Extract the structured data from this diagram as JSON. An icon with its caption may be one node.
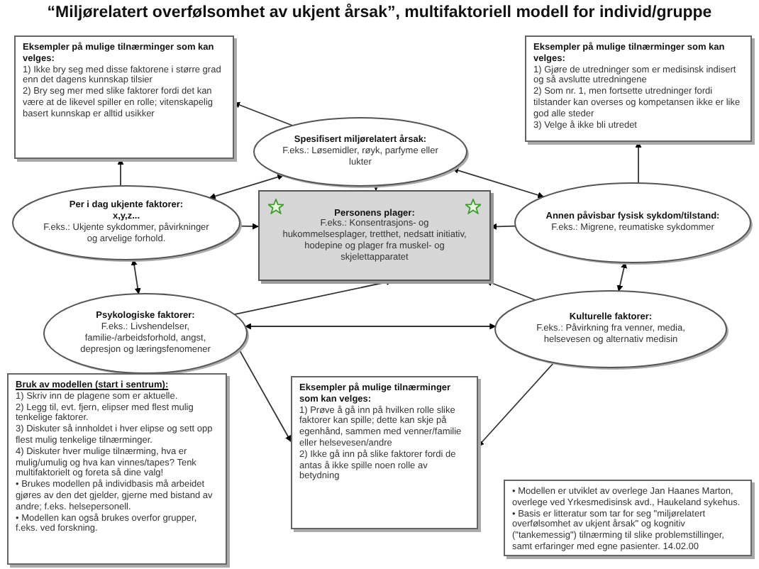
{
  "diagram": {
    "title": "“Miljørelatert overfølsomhet av ukjent årsak”, multifaktoriell modell for individ/gruppe",
    "nodes": [
      {
        "text": [
          "Eksempler på mulige tilnærminger som kan velges:",
          "1) Ikke bry seg med disse faktorene i større grad enn det dagens kunnskap tilsier",
          "2) Bry seg mer med slike faktorer fordi det kan være at de likevel spiller en rolle; vitenskapelig basert kunnskap er alltid usikker"
        ]
      },
      {
        "text": [
          "Eksempler på mulige tilnærminger som kan velges:",
          "1) Gjøre de utredninger som er medisinsk indisert og så avslutte utredningene",
          "2) Som nr. 1, men fortsette utredninger fordi tilstander kan overses og kompetansen ikke er like god alle steder",
          "3) Velge å ikke bli utredet"
        ]
      },
      {
        "text": [
          "Spesifisert miljørelatert årsak:",
          "F.eks.: Løsemidler, røyk, parfyme eller lukter"
        ]
      },
      {
        "text": [
          "Personens plager:",
          "F.eks.: Konsentrasjons- og hukommelsesplager, tretthet, nedsatt initiativ, hodepine og plager fra muskel- og skjelettapparatet"
        ]
      },
      {
        "text": [
          "Per i dag ukjente faktorer:",
          "x,y,z...",
          "F.eks.: Ukjente sykdommer, påvirkninger og arvelige forhold."
        ]
      },
      {
        "text": [
          "Annen påvisbar fysisk sykdom/tilstand:",
          "F.eks.: Migrene, reumatiske sykdommer"
        ]
      },
      {
        "text": [
          "Psykologiske faktorer:",
          "F.eks.: Livshendelser, familie-/arbeidsforhold, angst, depresjon og læringsfenomener"
        ]
      },
      {
        "text": [
          "Kulturelle faktorer:",
          "F.eks.: Påvirkning fra venner, media, helsevesen og alternativ medisin"
        ]
      },
      {
        "text": [
          "Bruk av modellen (start i sentrum):",
          "1) Skriv inn de plagene som er aktuelle.",
          "2) Legg til, evt. fjern, elipser med flest mulig tenkelige faktorer.",
          "3) Diskuter så innholdet i hver elipse og sett opp flest mulig tenkelige tilnærminger.",
          "4) Diskuter hver mulige tilnærming, hva er mulig/umulig og hva kan vinnes/tapes? Tenk multifaktorielt og foreta så dine valg!",
          "• Brukes modellen på individbasis må arbeidet gjøres av den det gjelder, gjerne med bistand av andre; f.eks. helsepersonell.",
          "• Modellen kan også brukes overfor grupper, f.eks. ved forskning."
        ]
      },
      {
        "text": [
          "Eksempler på mulige tilnærminger som kan velges:",
          "1) Prøve å gå inn på hvilken rolle slike faktorer kan spille; dette kan skje på egenhånd, sammen med venner/familie eller helsevesen/andre",
          "2) Ikke gå inn på slike faktorer fordi de antas å ikke spille noen rolle av betydning"
        ]
      },
      {
        "text": [
          "• Modellen er utviklet av overlege Jan Haanes Marton, overlege ved Yrkesmedisinsk avd., Haukeland sykehus.",
          "• Basis er litteratur som tar for seg \"miljørelatert overfølsomhet av ukjent årsak\" og kognitiv (\"tankemessig\") tilnærming til slike problemstillinger, samt erfaringer med egne pasienter. 14.02.00"
        ]
      }
    ],
    "edges": [
      {
        "from": 2,
        "to": 0,
        "arrow": "to"
      },
      {
        "from": 4,
        "to": 0,
        "arrow": "to"
      },
      {
        "from": 4,
        "to": 2,
        "arrow": "both"
      },
      {
        "from": 2,
        "to": 3,
        "arrow": "to"
      },
      {
        "from": 5,
        "to": 1,
        "arrow": "to"
      },
      {
        "from": 5,
        "to": 2,
        "arrow": "both"
      },
      {
        "from": 4,
        "to": 3,
        "arrow": "to"
      },
      {
        "from": 5,
        "to": 3,
        "arrow": "to"
      },
      {
        "from": 4,
        "to": 6,
        "arrow": "both"
      },
      {
        "from": 6,
        "to": 3,
        "arrow": "to"
      },
      {
        "from": 7,
        "to": 3,
        "arrow": "to"
      },
      {
        "from": 5,
        "to": 7,
        "arrow": "both"
      },
      {
        "from": 7,
        "to": 6,
        "arrow": "both"
      },
      {
        "from": 6,
        "to": 9,
        "arrow": "to"
      },
      {
        "from": 7,
        "to": 9,
        "arrow": "to"
      }
    ]
  }
}
